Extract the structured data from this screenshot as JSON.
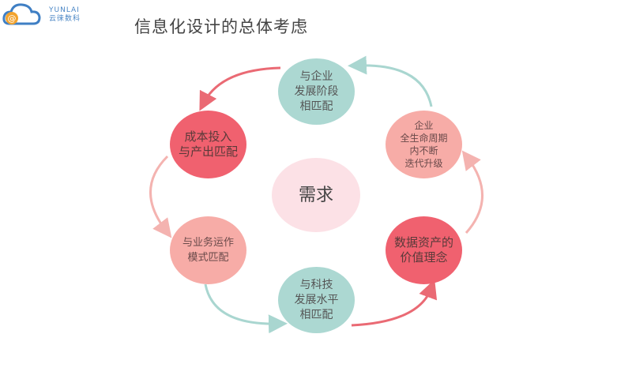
{
  "logo": {
    "brand_en": "YUNLAI",
    "brand_cn": "云徕数科"
  },
  "title": "信息化设计的总体考虑",
  "center": "需求",
  "nodes": {
    "top": [
      "与企业",
      "发展阶段",
      "相匹配"
    ],
    "upper_right": [
      "企业",
      "全生命周期",
      "内不断",
      "迭代升级"
    ],
    "lower_right": [
      "数据资产的",
      "价值理念"
    ],
    "bottom": [
      "与科技",
      "发展水平",
      "相匹配"
    ],
    "lower_left": [
      "与业务运作",
      "模式匹配"
    ],
    "upper_left": [
      "成本投入",
      "与产出匹配"
    ]
  },
  "colors": {
    "teal": "#acd8d2",
    "deep_pink": "#f0616f",
    "salmon": "#f7aca7",
    "center": "#fce1e6"
  }
}
